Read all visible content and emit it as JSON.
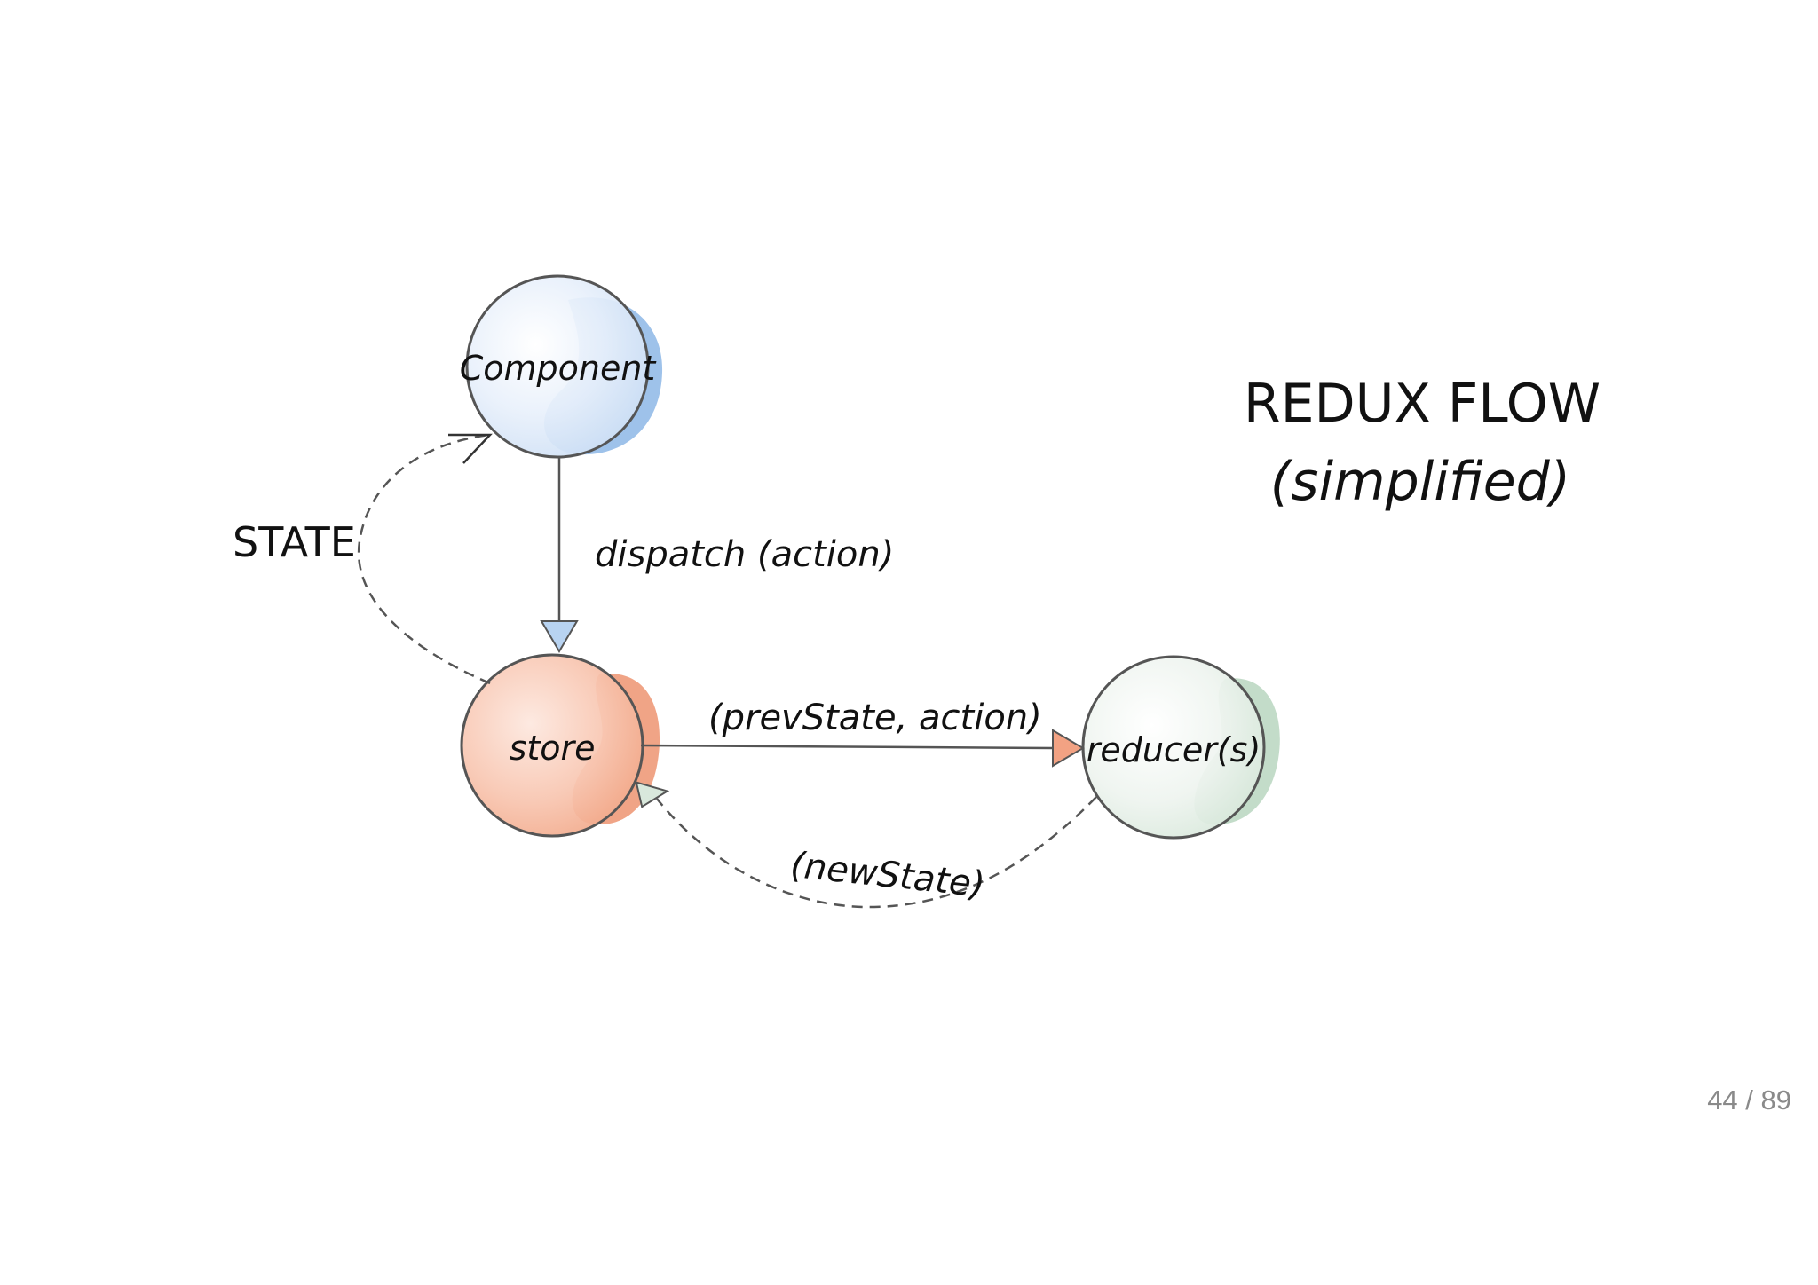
{
  "title": {
    "line1": "REDUX FLOW",
    "line2": "(simplified)"
  },
  "nodes": {
    "component": {
      "label": "Component",
      "color": "#8db7e6"
    },
    "store": {
      "label": "store",
      "color": "#ee9a79"
    },
    "reducer": {
      "label": "reducer(s)",
      "color": "#b9d6bf"
    }
  },
  "edges": {
    "dispatch": {
      "label": "dispatch (action)"
    },
    "reduce": {
      "label": "(prevState, action)"
    },
    "new_state": {
      "label": "(newState)"
    },
    "state": {
      "label": "STATE"
    }
  },
  "pagination": {
    "current": "44",
    "total": "89",
    "separator": " / "
  }
}
